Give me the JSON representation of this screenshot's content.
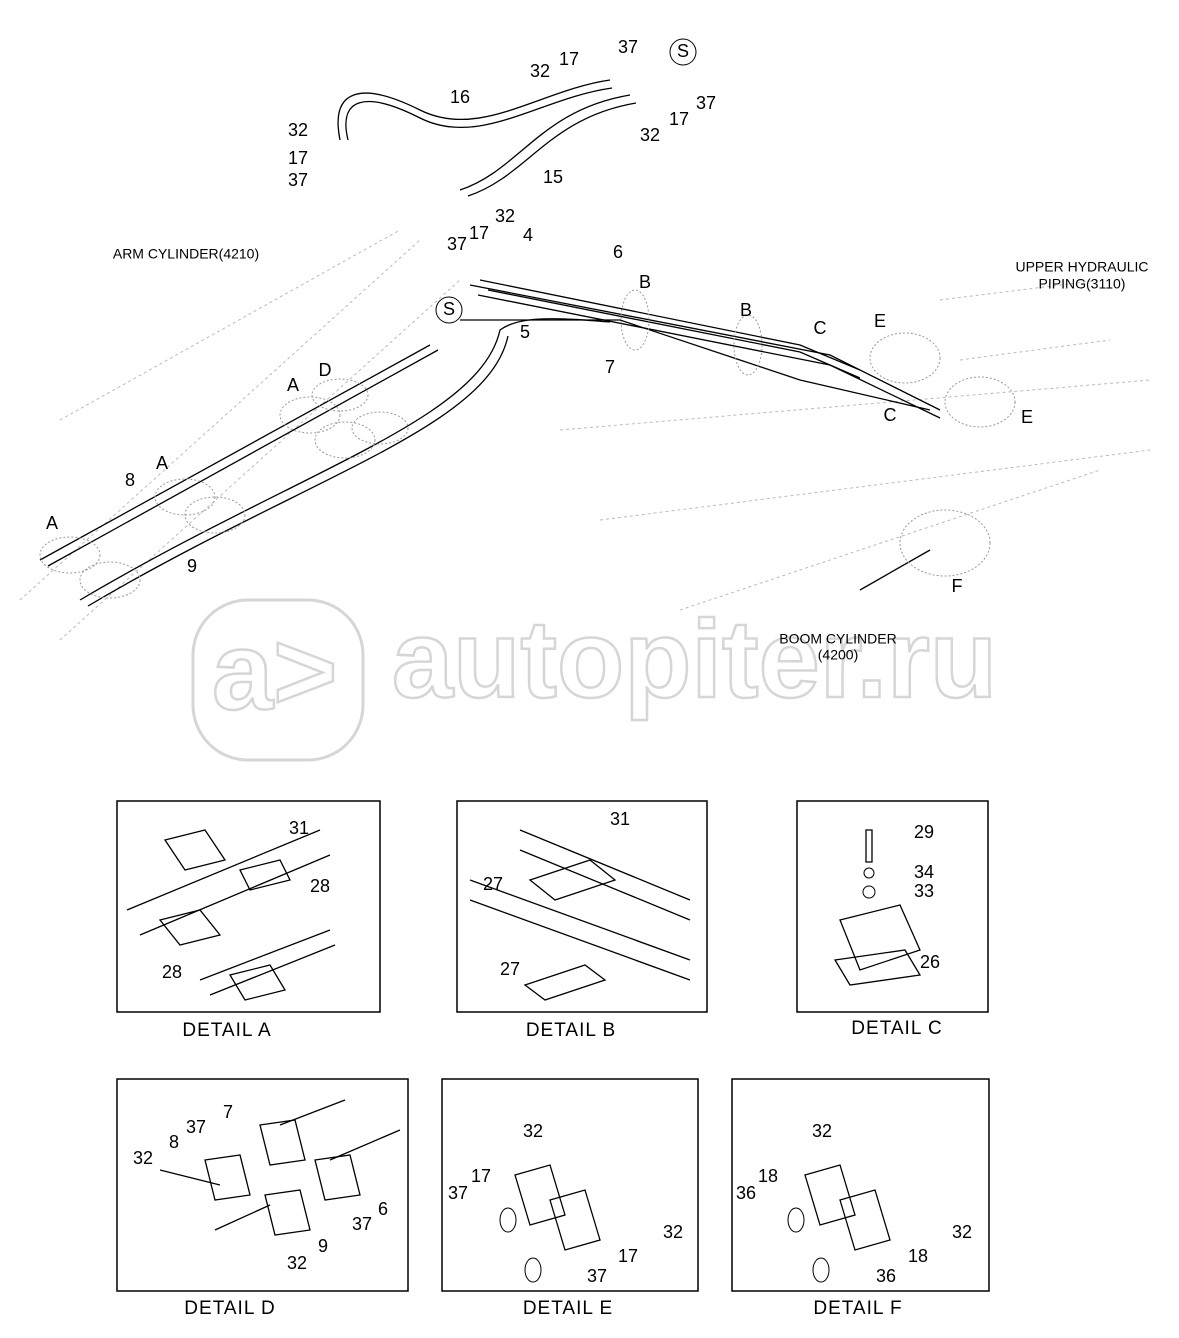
{
  "watermark": {
    "logo": "a>",
    "text": "autopiter.ru"
  },
  "main": {
    "notes": {
      "arm": "ARM CYLINDER(4210)",
      "upper1": "UPPER HYDRAULIC",
      "upper2": "PIPING(3110)",
      "boom1": "BOOM CYLINDER",
      "boom2": "(4200)"
    },
    "labels": [
      "37",
      "S",
      "17",
      "32",
      "37",
      "17",
      "32",
      "16",
      "32",
      "17",
      "37",
      "15",
      "32",
      "17",
      "37",
      "4",
      "6",
      "B",
      "B",
      "S",
      "5",
      "C",
      "E",
      "7",
      "A",
      "D",
      "C",
      "E",
      "A",
      "8",
      "A",
      "9",
      "F"
    ]
  },
  "details": [
    {
      "caption": "DETAIL  A",
      "labels": [
        "31",
        "28",
        "28"
      ]
    },
    {
      "caption": "DETAIL  B",
      "labels": [
        "31",
        "27",
        "27"
      ]
    },
    {
      "caption": "DETAIL  C",
      "labels": [
        "29",
        "34",
        "33",
        "26"
      ]
    },
    {
      "caption": "DETAIL  D",
      "labels": [
        "7",
        "37",
        "8",
        "32",
        "6",
        "37",
        "9",
        "32"
      ]
    },
    {
      "caption": "DETAIL  E",
      "labels": [
        "32",
        "17",
        "37",
        "32",
        "17",
        "37"
      ]
    },
    {
      "caption": "DETAIL  F",
      "labels": [
        "32",
        "18",
        "36",
        "32",
        "18",
        "36"
      ]
    }
  ]
}
